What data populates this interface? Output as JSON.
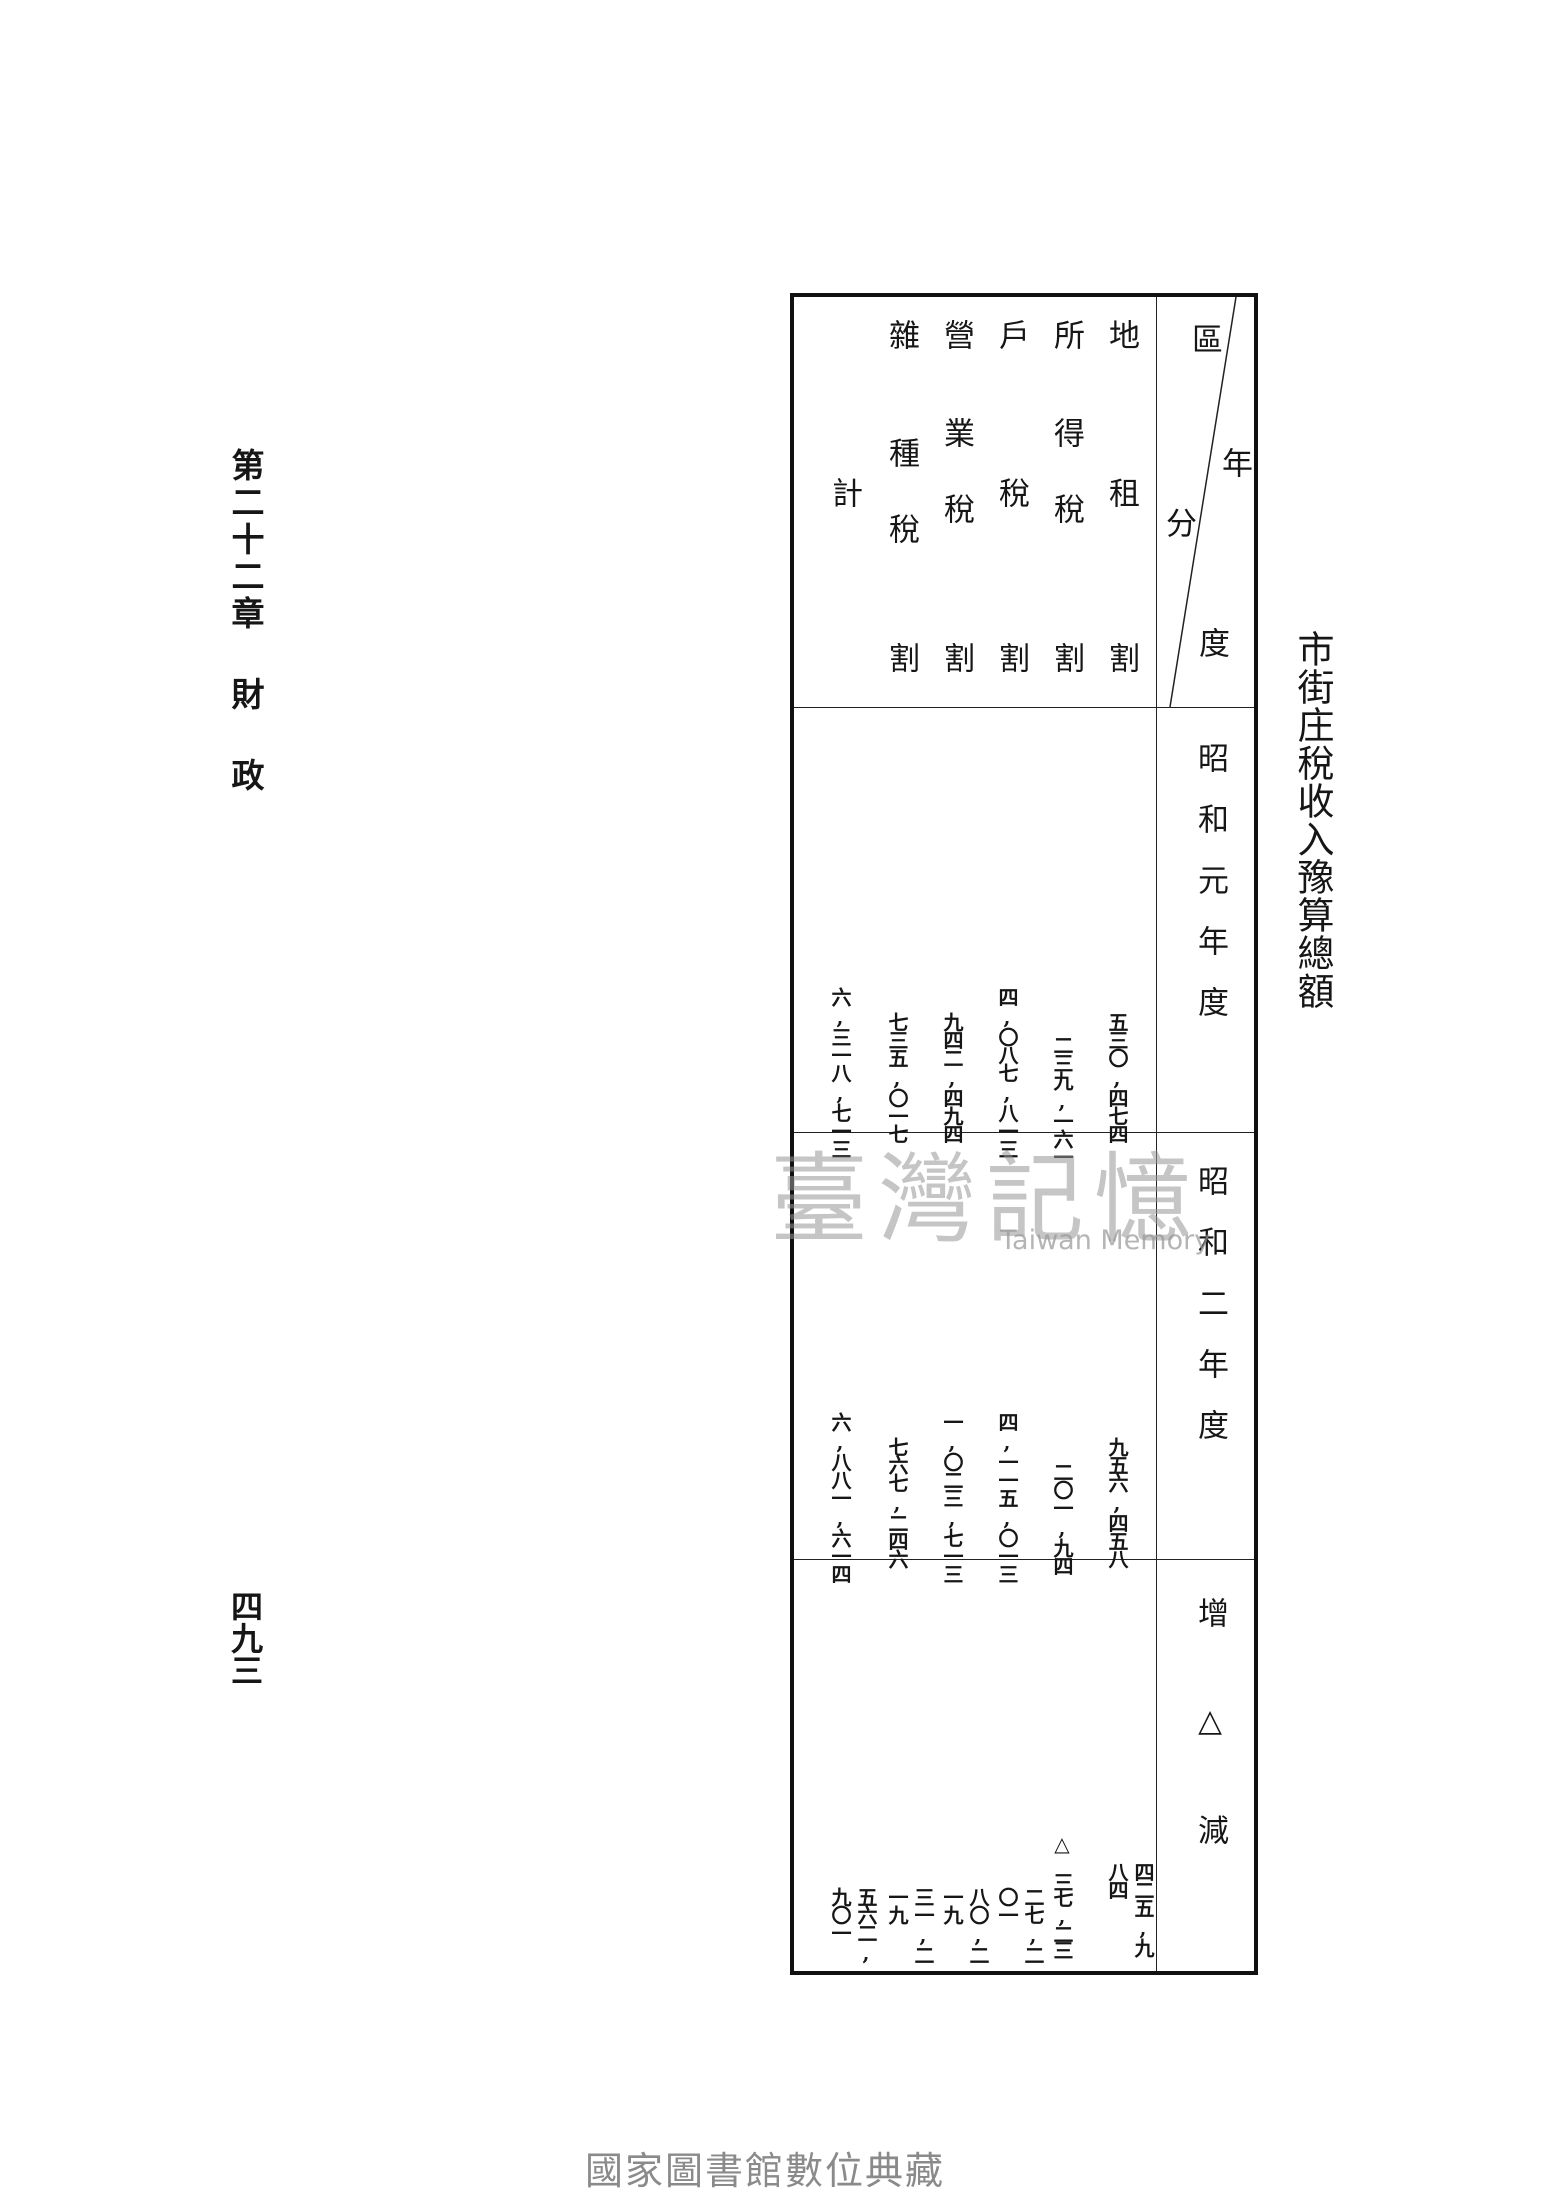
{
  "header": {
    "chapter": "第二十二章",
    "section_1": "財",
    "section_2": "政",
    "page_number": "四九三"
  },
  "title": "市街庄稅收入豫算總額",
  "table": {
    "corner": {
      "top": "年",
      "bottom_left": "分",
      "left_top": "區",
      "right_bottom": "度"
    },
    "columns": [
      "昭和元年度",
      "昭和二年度",
      "增△減"
    ],
    "rows": [
      {
        "label_1": "地",
        "label_2": "租",
        "label_3": "割",
        "values": [
          "五三〇,四七四",
          "九五六,四五八",
          "四二五,九八四"
        ]
      },
      {
        "label_1": "所",
        "label_2": "得稅",
        "label_3": "割",
        "values": [
          "二三九,一六一",
          "二〇一,九四",
          "△ 三七,二三"
        ]
      },
      {
        "label_1": "戶",
        "label_2": "稅",
        "label_3": "割",
        "values": [
          "四,〇八七,八一三",
          "四,一一五,〇一三",
          "二七,二〇一"
        ]
      },
      {
        "label_1": "營",
        "label_2": "業稅",
        "label_3": "割",
        "values": [
          "九四二,四九四",
          "一,〇二三,七一三",
          "八〇,二一九"
        ]
      },
      {
        "label_1": "雜",
        "label_2": "種稅",
        "label_3": "割",
        "values": [
          "七三五,〇一七",
          "七六七,二四六",
          "三一,二一九"
        ]
      },
      {
        "label_1": "",
        "label_2": "計",
        "label_3": "",
        "values": [
          "六,三一八,七一三",
          "六,八八一,六一四",
          "五六二,九〇一"
        ]
      }
    ]
  },
  "watermark": {
    "zh": "臺灣記憶",
    "en": "Taiwan Memory"
  },
  "footer": "國家圖書館數位典藏"
}
